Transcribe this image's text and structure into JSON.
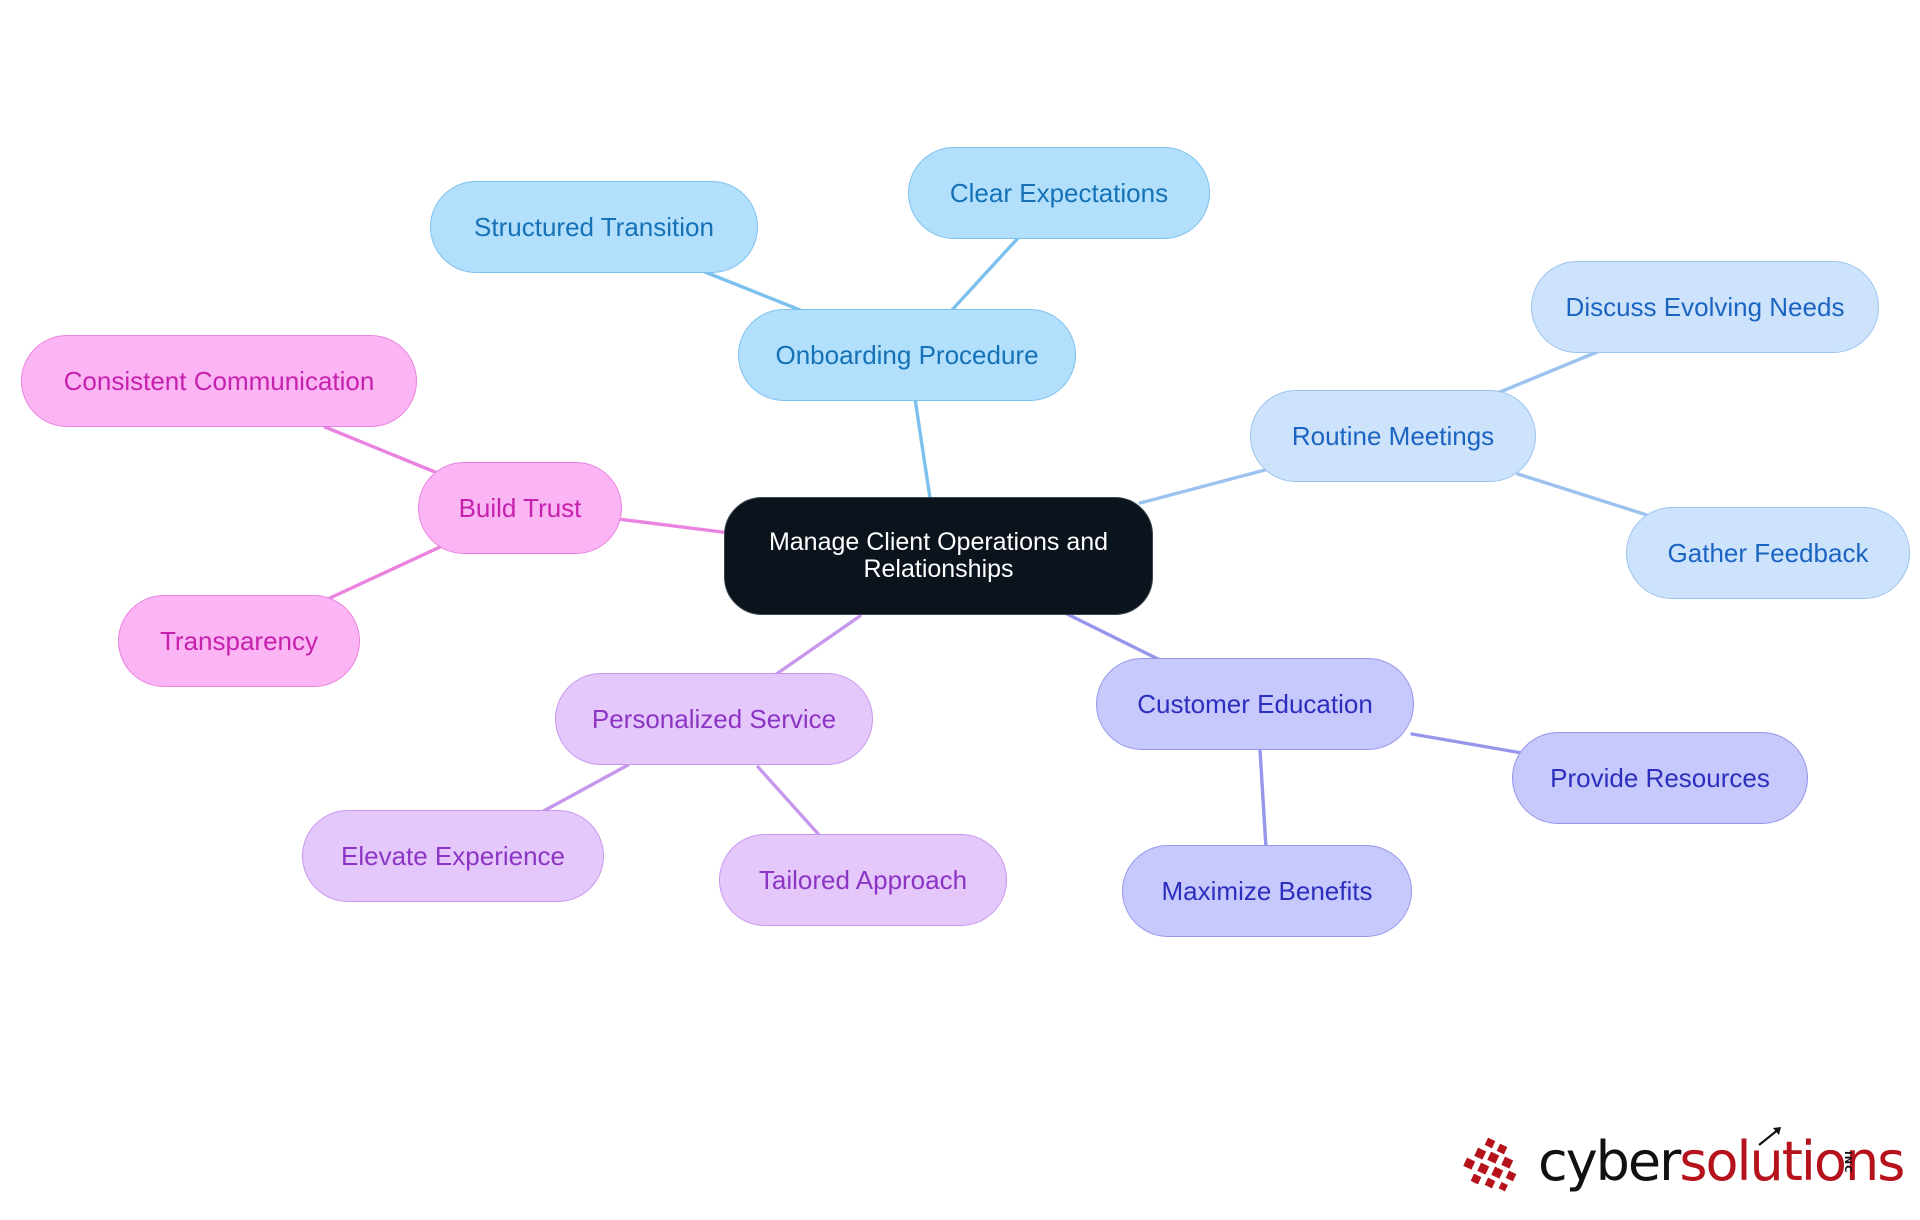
{
  "root": {
    "label": "Manage Client Operations and Relationships"
  },
  "branches": {
    "onboarding": {
      "label": "Onboarding Procedure",
      "children": [
        "Structured Transition",
        "Clear Expectations"
      ]
    },
    "meetings": {
      "label": "Routine Meetings",
      "children": [
        "Discuss Evolving Needs",
        "Gather Feedback"
      ]
    },
    "education": {
      "label": "Customer Education",
      "children": [
        "Provide Resources",
        "Maximize Benefits"
      ]
    },
    "personalized": {
      "label": "Personalized Service",
      "children": [
        "Elevate Experience",
        "Tailored Approach"
      ]
    },
    "trust": {
      "label": "Build Trust",
      "children": [
        "Consistent Communication",
        "Transparency"
      ]
    }
  },
  "logo": {
    "text_dark": "cyber",
    "text_red": "solutions",
    "suffix": "INC",
    "colors": {
      "dark": "#111111",
      "red": "#b5121b"
    }
  },
  "colors": {
    "root": "#0b141d",
    "onboarding": "#b2dffc",
    "meetings": "#cde3fb",
    "education": "#c7c8fb",
    "personalized": "#e5c8fb",
    "trust": "#fbb4f4"
  }
}
